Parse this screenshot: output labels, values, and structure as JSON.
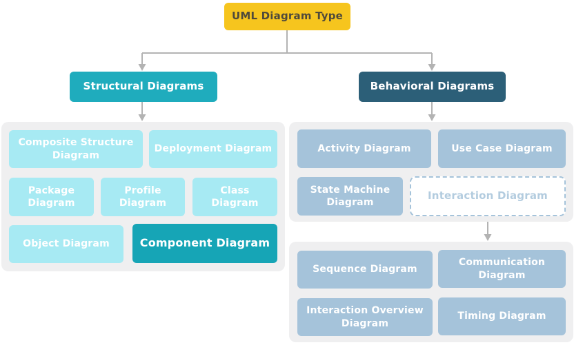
{
  "colors": {
    "root_bg": "#F6C51E",
    "root_text": "#4F4A3B",
    "structural_bg": "#1FACBD",
    "behavioral_bg": "#2C5F78",
    "structural_child_bg": "#A7EAF3",
    "behavioral_child_bg": "#A5C3DA",
    "highlight_bg": "#16A5B6",
    "panel_bg": "#EFEFF0",
    "connector": "#B3B3B3",
    "dashed_text": "#B3CCDF",
    "white_text": "#FFFFFF"
  },
  "root": {
    "label": "UML Diagram Type"
  },
  "structural": {
    "header": "Structural Diagrams",
    "items": [
      {
        "label": "Composite Structure Diagram"
      },
      {
        "label": "Deployment Diagram"
      },
      {
        "label": "Package Diagram"
      },
      {
        "label": "Profile Diagram"
      },
      {
        "label": "Class Diagram"
      },
      {
        "label": "Object Diagram"
      },
      {
        "label": "Component Diagram",
        "highlighted": true
      }
    ]
  },
  "behavioral": {
    "header": "Behavioral Diagrams",
    "items": [
      {
        "label": "Activity Diagram"
      },
      {
        "label": "Use Case Diagram"
      },
      {
        "label": "State Machine Diagram"
      },
      {
        "label": "Interaction Diagram",
        "dashed": true
      }
    ],
    "interaction_items": [
      {
        "label": "Sequence Diagram"
      },
      {
        "label": "Communication Diagram"
      },
      {
        "label": "Interaction Overview Diagram"
      },
      {
        "label": "Timing Diagram"
      }
    ]
  }
}
